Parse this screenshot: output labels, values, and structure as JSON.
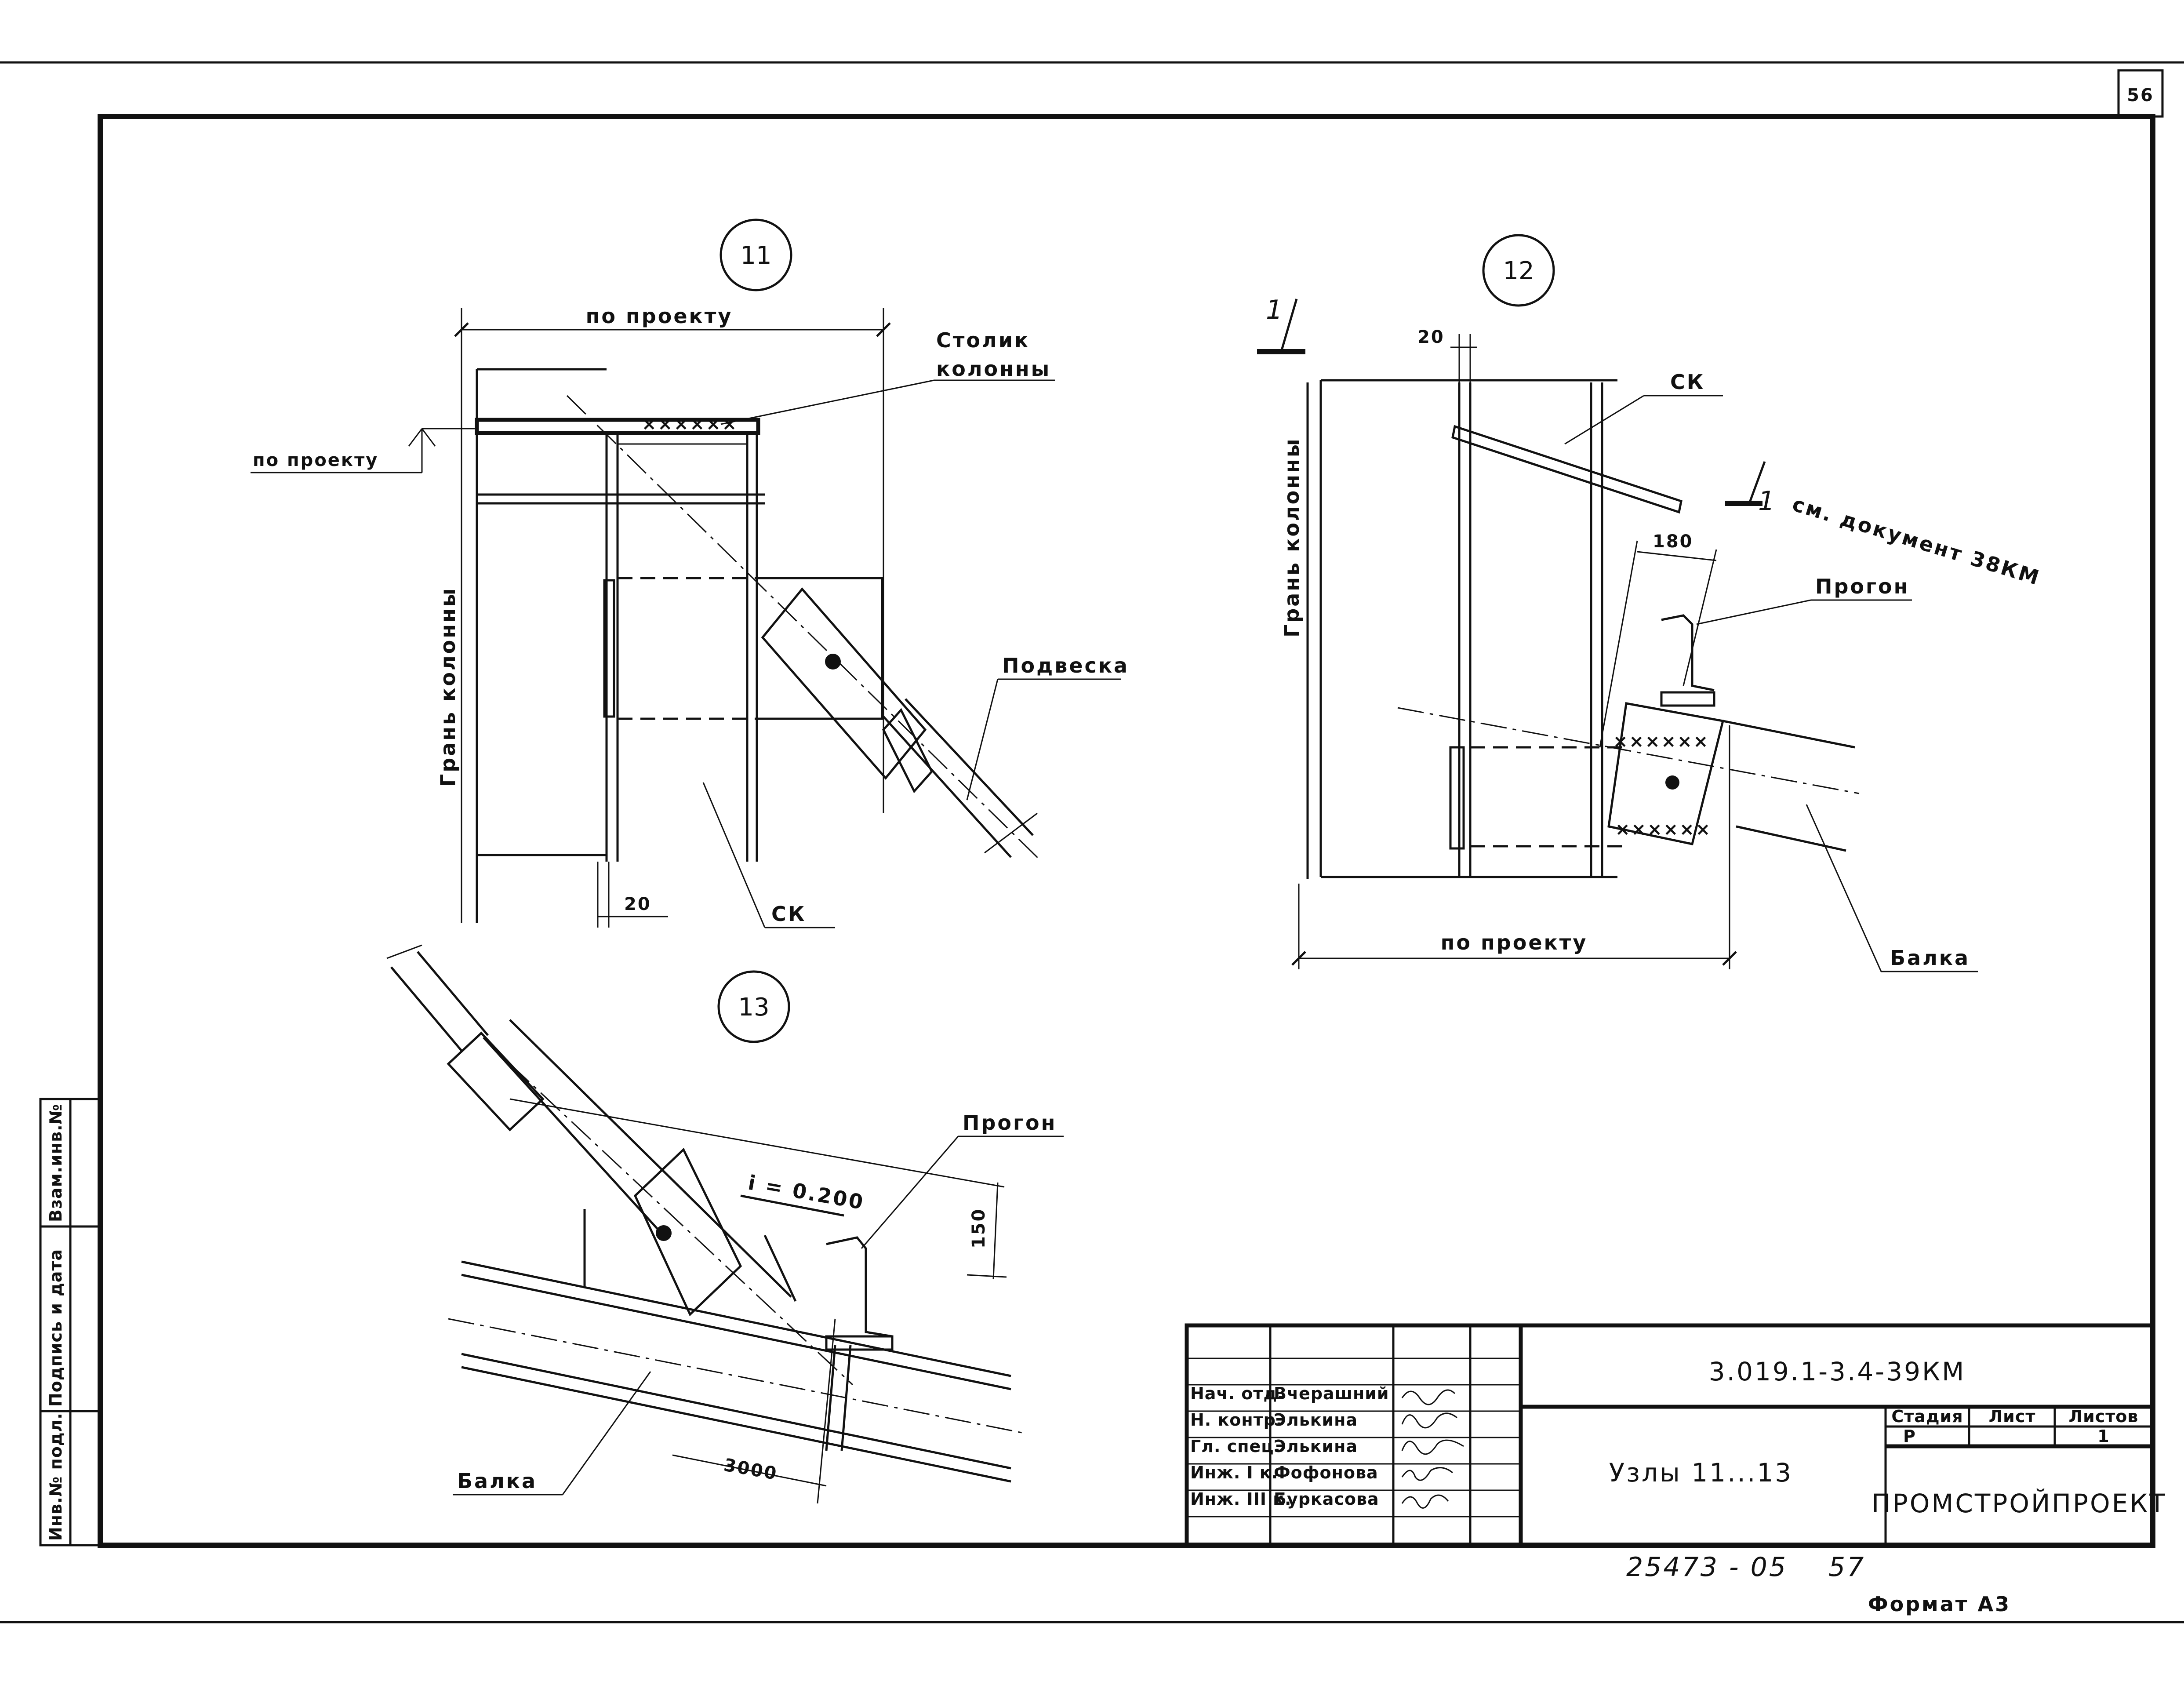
{
  "sheet": {
    "sheet_number": "56",
    "format_label": "Формат А3",
    "archive_number": "25473 - 05",
    "archive_sheet": "57"
  },
  "nodes": {
    "node11": {
      "number": "11",
      "dim_top": "по проекту",
      "dim_left": "по проекту",
      "dim_20": "20",
      "label_table": "Столик колонны",
      "label_table_line1": "Столик",
      "label_table_line2": "колонны",
      "label_hanger": "Подвеска",
      "label_ck": "СК",
      "label_column_face": "Грань колонны"
    },
    "node12": {
      "number": "12",
      "dim_20": "20",
      "dim_180": "180",
      "dim_bottom": "по проекту",
      "label_ck": "СК",
      "label_purlin": "Прогон",
      "label_beam": "Балка",
      "label_column_face": "Грань колонны",
      "section_mark_top": "1",
      "section_mark_right": "1",
      "section_note": "см. документ 38КМ"
    },
    "node13": {
      "number": "13",
      "slope": "i = 0.200",
      "dim_150": "150",
      "dim_3000": "3000",
      "label_purlin": "Прогон",
      "label_beam": "Балка"
    }
  },
  "side_stamp": {
    "cells": [
      "Инв.№ подл.",
      "Подпись и дата",
      "Взам.инв.№"
    ]
  },
  "title_block": {
    "designation": "3.019.1-3.4-39КМ",
    "title": "Узлы 11...13",
    "organization": "ПРОМСТРОЙПРОЕКТ",
    "stage_header": "Стадия",
    "sheet_header": "Лист",
    "sheets_header": "Листов",
    "stage_value": "Р",
    "sheet_value": "",
    "sheets_value": "1",
    "signatures": [
      {
        "role": "Нач. отд.",
        "name": "Вчерашний"
      },
      {
        "role": "Н. контр.",
        "name": "Элькина"
      },
      {
        "role": "Гл. спец.",
        "name": "Элькина"
      },
      {
        "role": "Инж. I к.",
        "name": "Фофонова"
      },
      {
        "role": "Инж. III к.",
        "name": "Буркасова"
      }
    ]
  }
}
